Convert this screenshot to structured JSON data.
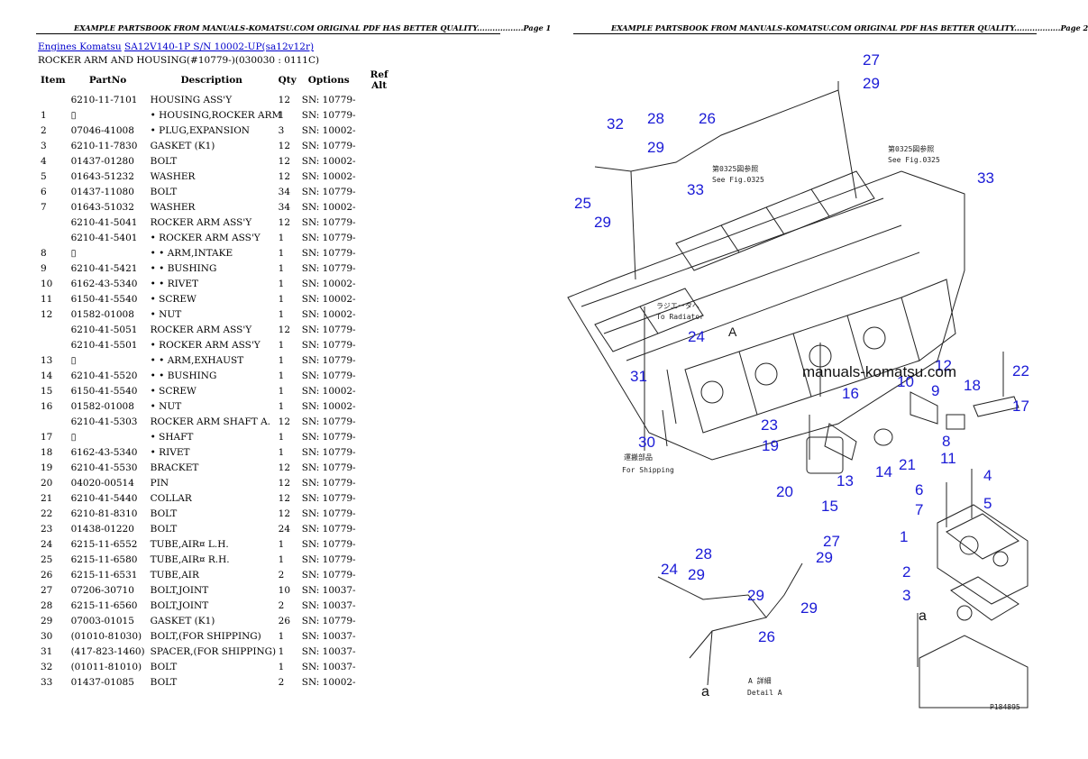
{
  "header": {
    "page1": "EXAMPLE PARTSBOOK FROM MANUALS-KOMATSU.COM ORIGINAL PDF HAS BETTER QUALITY..................Page 1",
    "page2": "EXAMPLE PARTSBOOK FROM MANUALS-KOMATSU.COM ORIGINAL PDF HAS BETTER QUALITY..................Page 2"
  },
  "breadcrumb": {
    "link1": "Engines Komatsu",
    "link2": "SA12V140-1P S/N 10002-UP(sa12v12r)"
  },
  "subtitle": "ROCKER ARM AND HOUSING(#10779-)(030030 : 0111C)",
  "table": {
    "headers": [
      "Item",
      "PartNo",
      "Description",
      "Qty",
      "Options",
      "Ref Alt"
    ],
    "rows": [
      [
        "",
        "6210-11-7101",
        "HOUSING ASS'Y",
        "12",
        "SN: 10779-",
        ""
      ],
      [
        "1",
        "▯",
        "• HOUSING,ROCKER ARM",
        "1",
        "SN: 10779-",
        ""
      ],
      [
        "2",
        "07046-41008",
        "• PLUG,EXPANSION",
        "3",
        "SN: 10002-",
        ""
      ],
      [
        "3",
        "6210-11-7830",
        "GASKET (K1)",
        "12",
        "SN: 10779-",
        ""
      ],
      [
        "4",
        "01437-01280",
        "BOLT",
        "12",
        "SN: 10002-",
        ""
      ],
      [
        "5",
        "01643-51232",
        "WASHER",
        "12",
        "SN: 10002-",
        ""
      ],
      [
        "6",
        "01437-11080",
        "BOLT",
        "34",
        "SN: 10779-",
        ""
      ],
      [
        "7",
        "01643-51032",
        "WASHER",
        "34",
        "SN: 10002-",
        ""
      ],
      [
        "",
        "6210-41-5041",
        "ROCKER ARM ASS'Y",
        "12",
        "SN: 10779-",
        ""
      ],
      [
        "",
        "6210-41-5401",
        "• ROCKER ARM ASS'Y",
        "1",
        "SN: 10779-",
        ""
      ],
      [
        "8",
        "▯",
        "• • ARM,INTAKE",
        "1",
        "SN: 10779-",
        ""
      ],
      [
        "9",
        "6210-41-5421",
        "• • BUSHING",
        "1",
        "SN: 10779-",
        ""
      ],
      [
        "10",
        "6162-43-5340",
        "• • RIVET",
        "1",
        "SN: 10002-",
        ""
      ],
      [
        "11",
        "6150-41-5540",
        "• SCREW",
        "1",
        "SN: 10002-",
        ""
      ],
      [
        "12",
        "01582-01008",
        "• NUT",
        "1",
        "SN: 10002-",
        ""
      ],
      [
        "",
        "6210-41-5051",
        "ROCKER ARM ASS'Y",
        "12",
        "SN: 10779-",
        ""
      ],
      [
        "",
        "6210-41-5501",
        "• ROCKER ARM ASS'Y",
        "1",
        "SN: 10779-",
        ""
      ],
      [
        "13",
        "▯",
        "• • ARM,EXHAUST",
        "1",
        "SN: 10779-",
        ""
      ],
      [
        "14",
        "6210-41-5520",
        "• • BUSHING",
        "1",
        "SN: 10779-",
        ""
      ],
      [
        "15",
        "6150-41-5540",
        "• SCREW",
        "1",
        "SN: 10002-",
        ""
      ],
      [
        "16",
        "01582-01008",
        "• NUT",
        "1",
        "SN: 10002-",
        ""
      ],
      [
        "",
        "6210-41-5303",
        "ROCKER ARM SHAFT A.",
        "12",
        "SN: 10779-",
        ""
      ],
      [
        "17",
        "▯",
        "• SHAFT",
        "1",
        "SN: 10779-",
        ""
      ],
      [
        "18",
        "6162-43-5340",
        "• RIVET",
        "1",
        "SN: 10779-",
        ""
      ],
      [
        "19",
        "6210-41-5530",
        "BRACKET",
        "12",
        "SN: 10779-",
        ""
      ],
      [
        "20",
        "04020-00514",
        "PIN",
        "12",
        "SN: 10779-",
        ""
      ],
      [
        "21",
        "6210-41-5440",
        "COLLAR",
        "12",
        "SN: 10779-",
        ""
      ],
      [
        "22",
        "6210-81-8310",
        "BOLT",
        "12",
        "SN: 10779-",
        ""
      ],
      [
        "23",
        "01438-01220",
        "BOLT",
        "24",
        "SN: 10779-",
        ""
      ],
      [
        "24",
        "6215-11-6552",
        "TUBE,AIR¤ L.H.",
        "1",
        "SN: 10779-",
        ""
      ],
      [
        "25",
        "6215-11-6580",
        "TUBE,AIR¤ R.H.",
        "1",
        "SN: 10779-",
        ""
      ],
      [
        "26",
        "6215-11-6531",
        "TUBE,AIR",
        "2",
        "SN: 10779-",
        ""
      ],
      [
        "27",
        "07206-30710",
        "BOLT,JOINT",
        "10",
        "SN: 10037-",
        ""
      ],
      [
        "28",
        "6215-11-6560",
        "BOLT,JOINT",
        "2",
        "SN: 10037-",
        ""
      ],
      [
        "29",
        "07003-01015",
        "GASKET (K1)",
        "26",
        "SN: 10779-",
        ""
      ],
      [
        "30",
        "(01010-81030)",
        "BOLT,(FOR SHIPPING)",
        "1",
        "SN: 10037-",
        ""
      ],
      [
        "31",
        "(417-823-1460)",
        "SPACER,(FOR SHIPPING)",
        "1",
        "SN: 10037-",
        ""
      ],
      [
        "32",
        "(01011-81010)",
        "BOLT",
        "1",
        "SN: 10037-",
        ""
      ],
      [
        "33",
        "01437-01085",
        "BOLT",
        "2",
        "SN: 10002-",
        ""
      ]
    ]
  },
  "diagram": {
    "watermark": "manuals-komatsu.com",
    "see_fig_jp_1": "第0325図参照",
    "see_fig_en_1": "See Fig.0325",
    "see_fig_jp_2": "第0325図参照",
    "see_fig_en_2": "See Fig.0325",
    "radiator_jp": "ラジエータへ",
    "radiator_en": "To Radiator",
    "shipping_jp": "運搬部品",
    "shipping_en": "For Shipping",
    "detail_jp": "A 詳細",
    "detail_en": "Detail A",
    "marker_a": "A",
    "marker_a_lower_1": "a",
    "marker_a_lower_2": "a",
    "fig_code": "P184895",
    "callouts": [
      "27",
      "29",
      "32",
      "28",
      "26",
      "29",
      "33",
      "25",
      "29",
      "33",
      "24",
      "31",
      "30",
      "22",
      "12",
      "10",
      "9",
      "18",
      "17",
      "16",
      "23",
      "19",
      "8",
      "11",
      "13",
      "14",
      "21",
      "20",
      "15",
      "4",
      "6",
      "5",
      "7",
      "1",
      "2",
      "3",
      "28",
      "27",
      "24",
      "29",
      "29",
      "29",
      "26",
      "29"
    ]
  }
}
